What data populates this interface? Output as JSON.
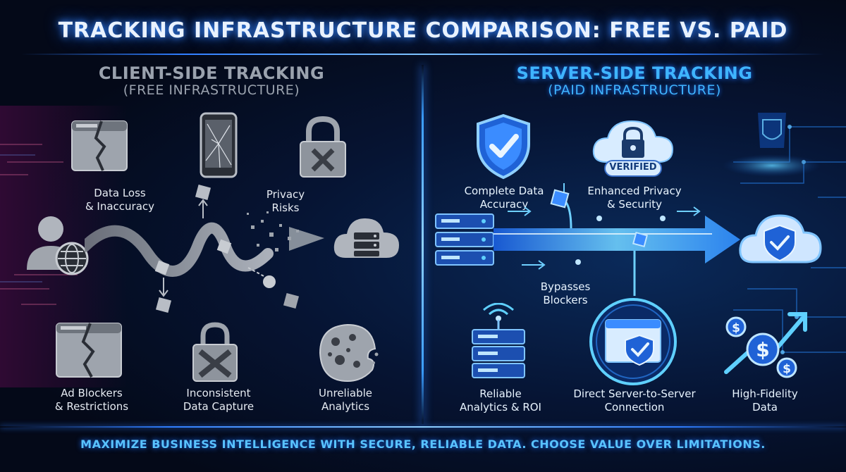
{
  "title": "TRACKING INFRASTRUCTURE COMPARISON: FREE VS. PAID",
  "left": {
    "title": "CLIENT-SIDE TRACKING",
    "subtitle": "(FREE INFRASTRUCTURE)",
    "items": [
      {
        "label": "Data Loss\n& Inaccuracy",
        "icon": "broken-browser-icon"
      },
      {
        "label": "Privacy\nRisks",
        "icon": "broken-lock-icon"
      },
      {
        "label": "Ad Blockers\n& Restrictions",
        "icon": "broken-window-icon"
      },
      {
        "label": "Inconsistent\nData Capture",
        "icon": "crossed-lock-icon"
      },
      {
        "label": "Unreliable\nAnalytics",
        "icon": "crumbling-cookie-icon"
      }
    ]
  },
  "right": {
    "title": "SERVER-SIDE TRACKING",
    "subtitle": "(PAID INFRASTRUCTURE)",
    "verified_badge": "VERIFIED",
    "items": [
      {
        "label": "Complete Data\nAccuracy",
        "icon": "shield-check-icon"
      },
      {
        "label": "Enhanced Privacy\n& Security",
        "icon": "cloud-lock-icon"
      },
      {
        "label": "Bypasses\nBlockers",
        "icon": "data-flow-icon"
      },
      {
        "label": "Reliable\nAnalytics & ROI",
        "icon": "server-signal-icon"
      },
      {
        "label": "Direct Server-to-Server\nConnection",
        "icon": "browser-shield-icon"
      },
      {
        "label": "High-Fidelity\nData",
        "icon": "dollar-growth-icon"
      }
    ]
  },
  "footer": "MAXIMIZE BUSINESS INTELLIGENCE WITH SECURE, RELIABLE DATA. CHOOSE VALUE OVER LIMITATIONS."
}
